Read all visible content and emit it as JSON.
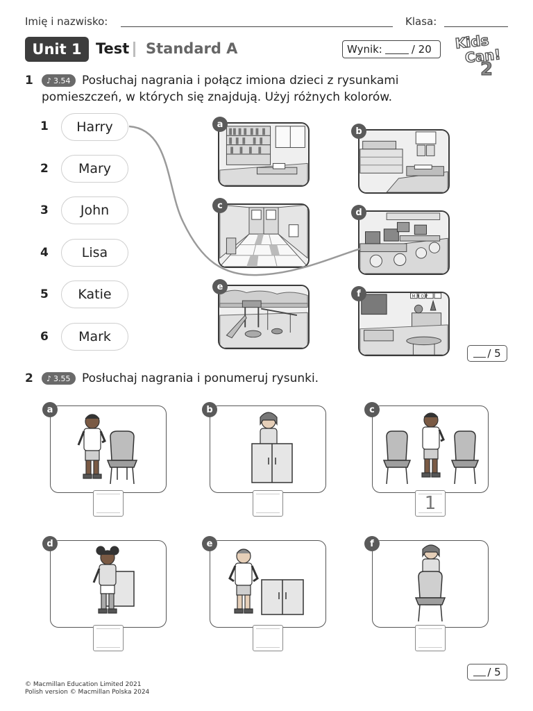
{
  "header": {
    "name_label": "Imię i nazwisko:",
    "class_label": "Klasa:",
    "unit_badge": "Unit 1",
    "test_label": "Test",
    "standard_label": "Standard A",
    "score_label": "Wynik:",
    "score_total": "/ 20",
    "logo_line1": "Kids",
    "logo_line2": "Can!",
    "logo_number": "2"
  },
  "exercise1": {
    "number": "1",
    "track": "3.54",
    "instruction_line1": "Posłuchaj nagrania i połącz imiona dzieci z rysunkami",
    "instruction_line2": "pomieszczeń, w których się znajdują. Użyj różnych kolorów.",
    "names": [
      {
        "num": "1",
        "name": "Harry"
      },
      {
        "num": "2",
        "name": "Mary"
      },
      {
        "num": "3",
        "name": "John"
      },
      {
        "num": "4",
        "name": "Lisa"
      },
      {
        "num": "5",
        "name": "Katie"
      },
      {
        "num": "6",
        "name": "Mark"
      }
    ],
    "pictures": [
      "a",
      "b",
      "c",
      "d",
      "e",
      "f"
    ],
    "pictures_content": [
      "library",
      "kitchen",
      "hall",
      "computer room",
      "playground",
      "classroom"
    ],
    "example_connection": {
      "from": "Harry",
      "to": "d"
    },
    "score_total": "/ 5"
  },
  "exercise2": {
    "number": "2",
    "track": "3.55",
    "instruction": "Posłuchaj nagrania i ponumeruj rysunki.",
    "cards": [
      {
        "letter": "a",
        "answer": ""
      },
      {
        "letter": "b",
        "answer": ""
      },
      {
        "letter": "c",
        "answer": "1"
      },
      {
        "letter": "d",
        "answer": ""
      },
      {
        "letter": "e",
        "answer": ""
      },
      {
        "letter": "f",
        "answer": ""
      }
    ],
    "score_total": "/ 5"
  },
  "footer": {
    "line1": "© Macmillan Education Limited 2021",
    "line2": "Polish version © Macmillan Polska 2024"
  }
}
